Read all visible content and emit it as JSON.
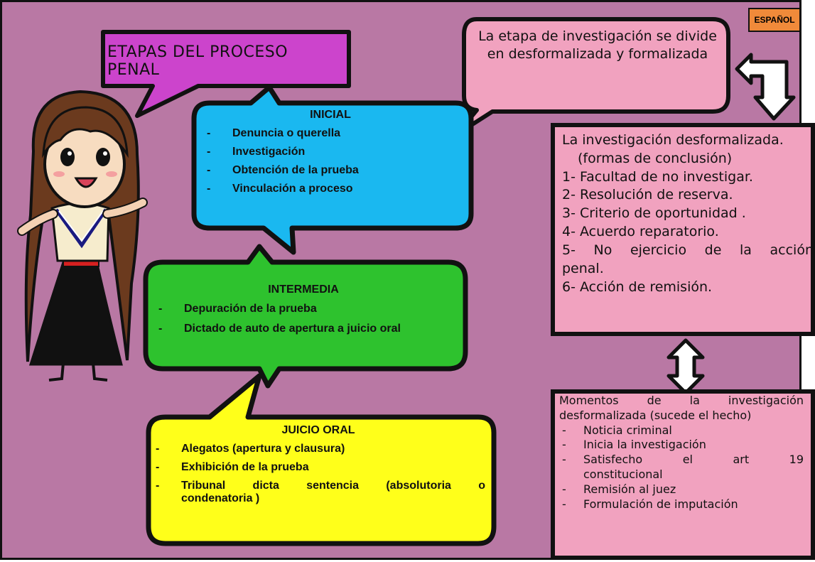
{
  "language_tag": "ESPAÑOL",
  "title": "ETAPAS DEL PROCESO PENAL",
  "inicial": {
    "heading": "INICIAL",
    "items": [
      "Denuncia o querella",
      "Investigación",
      "Obtención de la prueba",
      "Vinculación a proceso"
    ]
  },
  "intermedia": {
    "heading": "INTERMEDIA",
    "items": [
      "Depuración de la prueba",
      "Dictado de auto de apertura a juicio oral"
    ]
  },
  "juicio_oral": {
    "heading": "JUICIO ORAL",
    "items": [
      "Alegatos (apertura y clausura)",
      "Exhibición de la prueba",
      "Tribunal dicta sentencia (absolutoria o",
      "condenatoria )"
    ]
  },
  "investigation_note": "La etapa de investigación se divide en desformalizada y formalizada",
  "desformalizada": {
    "heading": "La investigación desformalizada.",
    "subheading": "(formas de conclusión)",
    "items": [
      "1- Facultad de no investigar.",
      "2- Resolución de reserva.",
      "3- Criterio de oportunidad .",
      "4- Acuerdo reparatorio.",
      "5- No ejercicio de la acción",
      "penal.",
      "6- Acción de remisión."
    ]
  },
  "momentos": {
    "heading_line1": "Momentos de la investigación",
    "heading_line2": "desformalizada (sucede el hecho)",
    "items": [
      "Noticia criminal",
      "Inicia la investigación",
      "Satisfecho el art 19",
      "constitucional",
      "Remisión al juez",
      "Formulación de imputación"
    ]
  },
  "colors": {
    "background": "#b978a4",
    "title_bubble": "#cc44cc",
    "inicial": "#1ab8f0",
    "intermedia": "#2ec22e",
    "juicio_oral": "#ffff1a",
    "pink_boxes": "#f1a2bf",
    "language_tag": "#f08a3a"
  }
}
